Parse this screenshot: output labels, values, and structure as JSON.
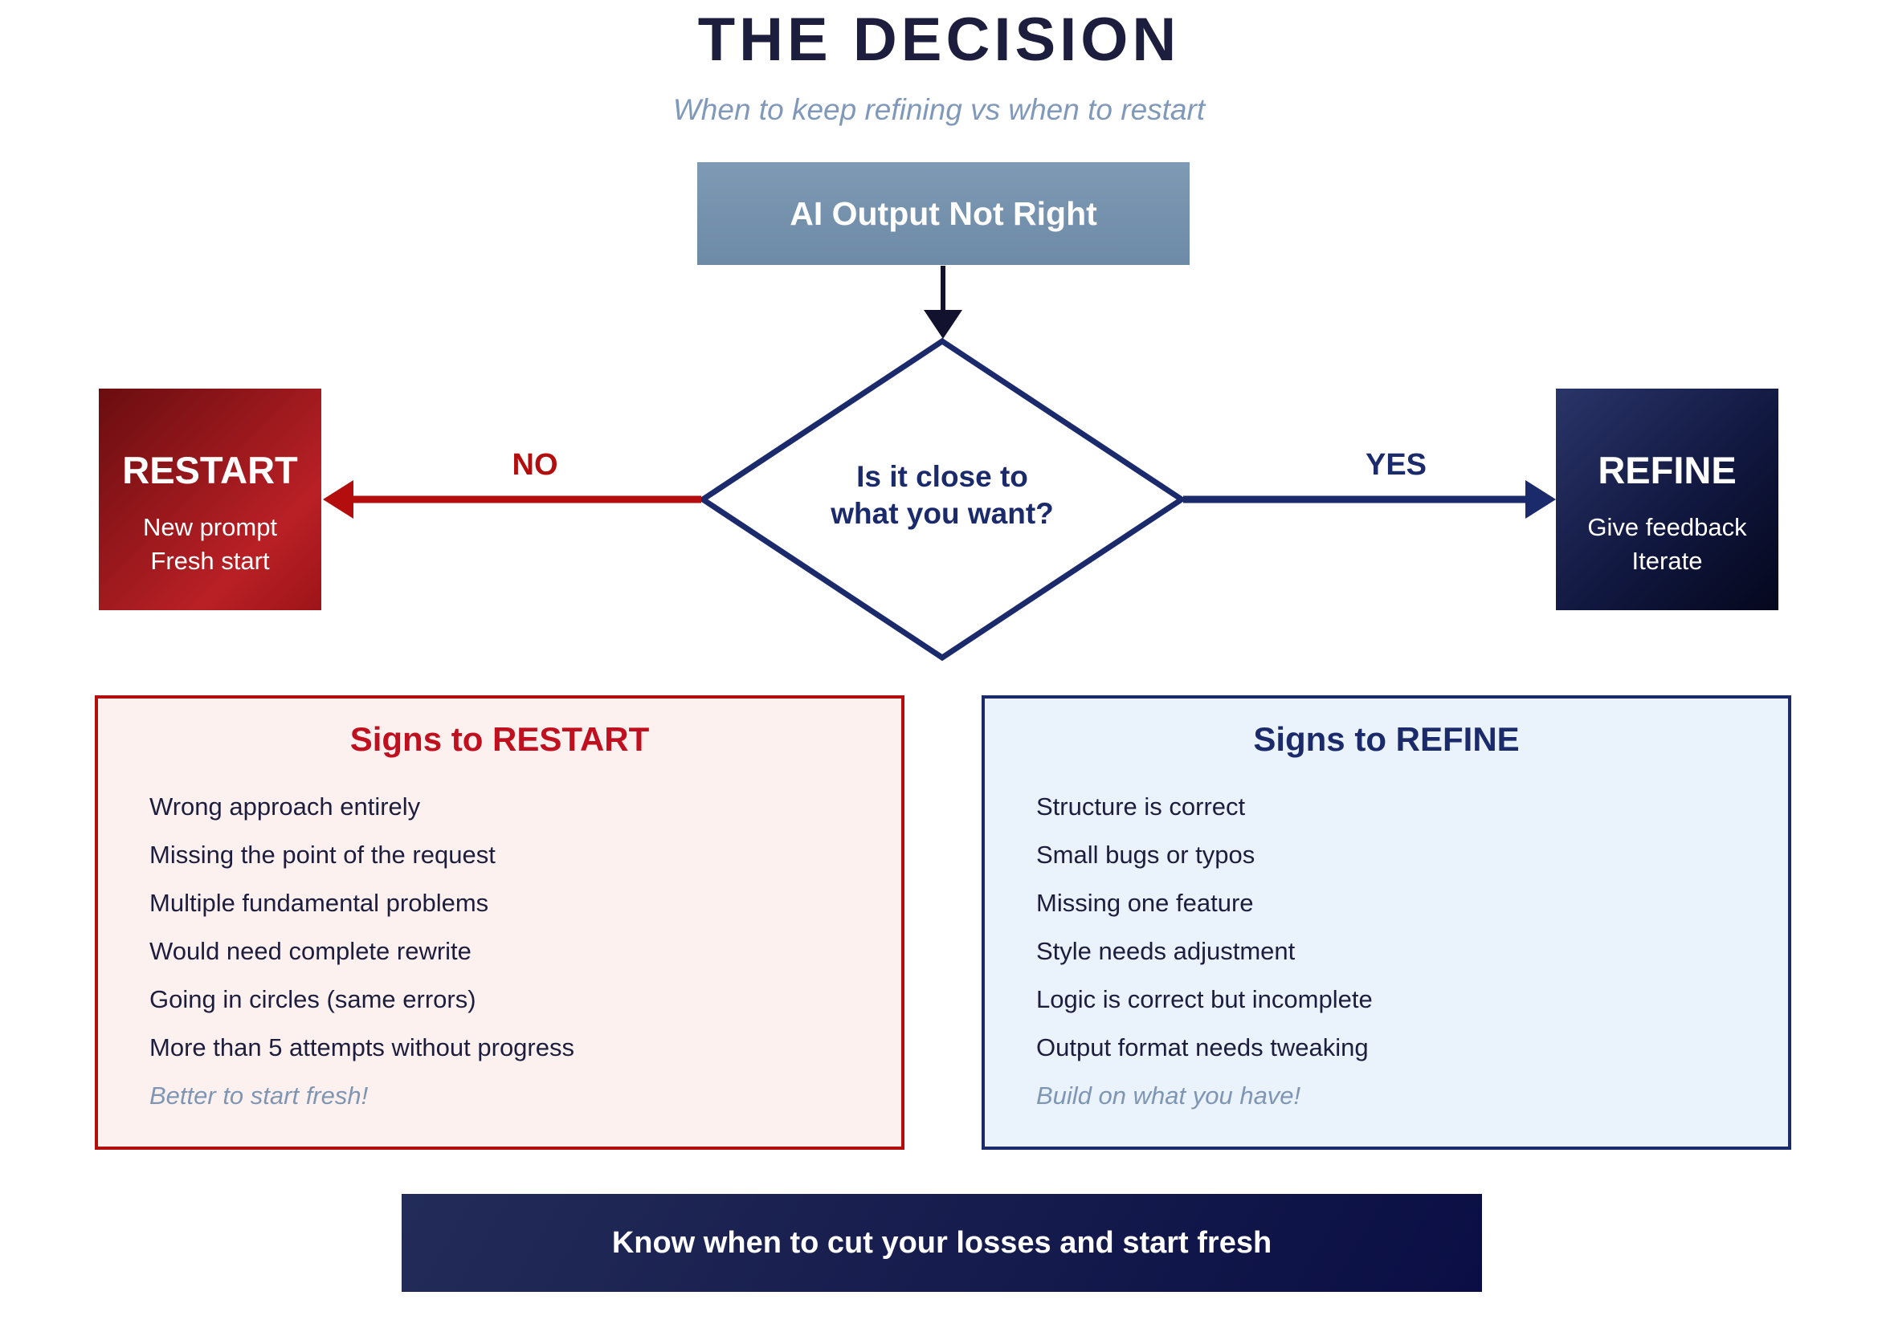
{
  "colors": {
    "ink": "#1d1d3d",
    "navy": "#1b2a6b",
    "red": "#b30d0d",
    "red-header": "#c01020",
    "subtitle": "#8099ba",
    "note-blue": "#7e96b4",
    "steel-light": "#7e9ab5",
    "steel-dark": "#6d8aa6",
    "arrow-dark": "#12122e",
    "panel-red-bg": "#fdf1ef",
    "panel-blue-bg": "#eaf2fb",
    "restart-grad-start": "#6a0d10",
    "restart-grad-mid": "#b92025",
    "restart-grad-end": "#9d1418",
    "refine-grad-start": "#2a3569",
    "refine-grad-mid": "#111840",
    "refine-grad-end": "#05071d",
    "footer-grad-start": "#232c58",
    "footer-grad-end": "#0a0e44"
  },
  "header": {
    "title": "THE DECISION",
    "subtitle": "When to keep refining vs when to restart"
  },
  "flow": {
    "start": {
      "label": "AI Output Not Right"
    },
    "decision": {
      "line1": "Is it close to",
      "line2": "what you want?"
    },
    "no_label": "NO",
    "yes_label": "YES",
    "restart": {
      "title": "RESTART",
      "line1": "New prompt",
      "line2": "Fresh start"
    },
    "refine": {
      "title": "REFINE",
      "line1": "Give feedback",
      "line2": "Iterate"
    }
  },
  "panels": {
    "restart": {
      "title": "Signs to RESTART",
      "items": [
        "Wrong approach entirely",
        "Missing the point of the request",
        "Multiple fundamental problems",
        "Would need complete rewrite",
        "Going in circles (same errors)",
        "More than 5 attempts without progress"
      ],
      "note": "Better to start fresh!"
    },
    "refine": {
      "title": "Signs to REFINE",
      "items": [
        "Structure is correct",
        "Small bugs or typos",
        "Missing one feature",
        "Style needs adjustment",
        "Logic is correct but incomplete",
        "Output format needs tweaking"
      ],
      "note": "Build on what you have!"
    }
  },
  "footer": {
    "text": "Know when to cut your losses and start fresh"
  }
}
